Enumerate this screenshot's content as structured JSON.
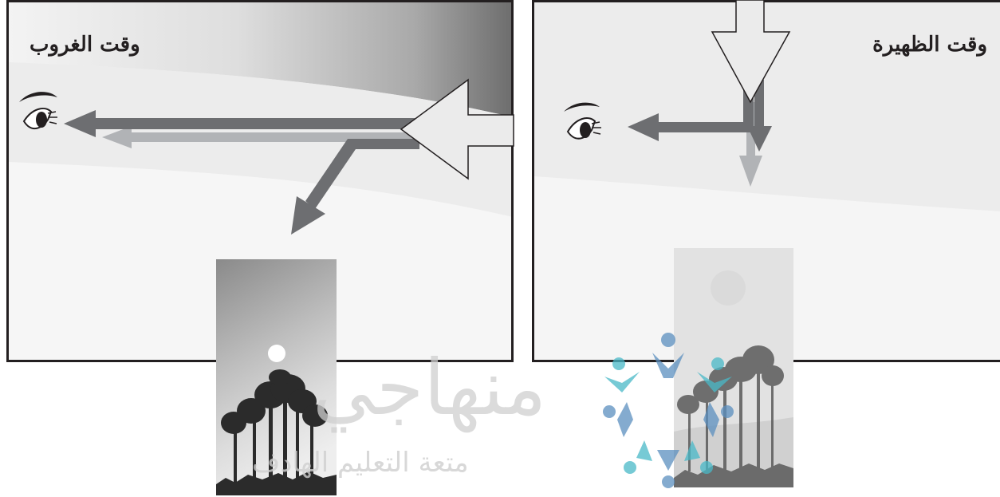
{
  "panels": {
    "sunset": {
      "title": "وقت الغروب"
    },
    "noon": {
      "title": "وقت الظهيرة"
    }
  },
  "watermark": {
    "logo_text": "منهاجي",
    "tagline": "متعة التعليم الهادف"
  },
  "colors": {
    "outline": "#231f20",
    "arrow_dark": "#6d6e71",
    "arrow_light": "#b1b3b6",
    "sky_dark": "#6b6b6b",
    "sky_light": "#ececec",
    "sun": "#ffffff",
    "tree_silhouette": "#2b2b2b",
    "watermark_blue": "#5b8fbf",
    "watermark_teal": "#49b9c8"
  },
  "icons": [
    "eye-icon",
    "sun-icon",
    "tree-silhouette-icon",
    "logo-figures-icon"
  ]
}
